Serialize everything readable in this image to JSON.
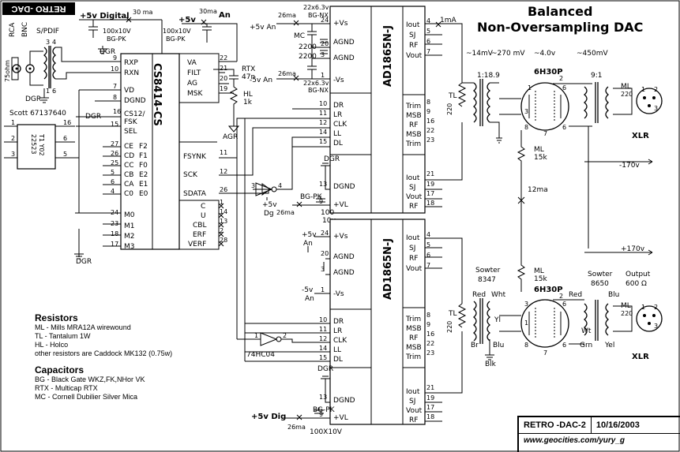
{
  "badge": "RETRO -DAC",
  "title": {
    "line1": "Balanced",
    "line2": "Non-Oversampling DAC"
  },
  "chips": {
    "receiver": "CS8414-CS",
    "dac_top": "AD1865N-J",
    "dac_bottom": "AD1865N-J"
  },
  "receiver_pins": {
    "left": [
      "RXP",
      "RXN",
      "VD",
      "DGND",
      "CS12/",
      "FSK",
      "SEL",
      "CE",
      "CD",
      "CC",
      "CB",
      "CA",
      "C0",
      "M0",
      "M1",
      "M2",
      "M3"
    ],
    "left_f": [
      "F2",
      "F1",
      "F0",
      "E2",
      "E1",
      "E0"
    ],
    "right": [
      "VA",
      "FILT",
      "AG",
      "MSK",
      "FSYNK",
      "SCK",
      "SDATA",
      "C",
      "U",
      "CBL",
      "ERF",
      "VERF"
    ]
  },
  "dac_pins": {
    "left": [
      "+Vs",
      "AGND",
      "AGND",
      "-Vs",
      "DR",
      "LR",
      "CLK",
      "LL",
      "DL",
      "DGND",
      "+VL"
    ],
    "right": [
      "Iout",
      "SJ",
      "RF",
      "Vout",
      "Trim",
      "MSB",
      "RF",
      "MSB",
      "Trim",
      "Iout",
      "SJ",
      "Vout",
      "RF"
    ]
  },
  "labels": {
    "spdif": "S/PDIF",
    "rca": "RCA",
    "bnc": "BNC",
    "ohm75": "75ohm",
    "dgr": "DGR",
    "scott": "Scott 67137640",
    "v5_digital": "+5v Digital",
    "ma30_a": "30 ma",
    "cap_bgpk_1": "100x10V",
    "bgpk": "BG-PK",
    "v5_an": "+5v",
    "an": "An",
    "ma30_b": "30ma",
    "rtx": "RTX",
    "rtx_val": "47n",
    "hl": "HL",
    "hl_val": "1k",
    "agr": "AGR",
    "vs_pos": "+5v An",
    "vs_neg": "-5v An",
    "ma26": "26ma",
    "cap_22x63": "22x6.3v",
    "bgnx": "BG-NX",
    "mc": "MC",
    "mc_val": "2200",
    "ma1": "1mA",
    "v14": "~14mV",
    "v270": "~270 mV",
    "v4": "~4.0v",
    "v450": "~450mV",
    "ratio_a": "1:18.9",
    "ratio_b": "9:1",
    "tube": "6H30P",
    "ml": "ML",
    "ml_val": "220",
    "tl": "TL",
    "tl_val": "220",
    "ml15k": "15k",
    "xlr": "XLR",
    "neg170": "-170v",
    "pos170": "+170v",
    "ma12": "12ma",
    "sowter1": "Sowter",
    "sowter1_num": "8347",
    "sowter2": "Sowter",
    "sowter2_num": "8650",
    "output": "Output",
    "output_ohm": "600 Ω",
    "red": "Red",
    "wht": "Wht",
    "yl": "Yl",
    "br": "Br",
    "blu": "Blu",
    "blk": "Blk",
    "wt": "Wt",
    "grn": "Grn",
    "yel": "Yel",
    "v5_dig": "+5v Dig",
    "dg": "Dg",
    "hc04": "74HC04",
    "cap100_10v": "100",
    "cap10v": "10v",
    "v5": "+5v",
    "an_lbl": "An",
    "minus5": "-5v",
    "cap100x10": "100X10V"
  },
  "legend": {
    "resistors_title": "Resistors",
    "resistors": [
      "ML - Mills MRA12A wirewound",
      "TL - Tantalum 1W",
      "HL - Holco",
      "other resistors are Caddock MK132 (0.75w)"
    ],
    "capacitors_title": "Capacitors",
    "capacitors": [
      "BG - Black Gate  WKZ,FK,NHor VK",
      "RTX - Multicap RTX",
      "MC - Cornell Dubilier Silver Mica"
    ]
  },
  "footer": {
    "name": "RETRO -DAC-2",
    "date": "10/16/2003",
    "url": "www.geocities.com/yury_g"
  }
}
